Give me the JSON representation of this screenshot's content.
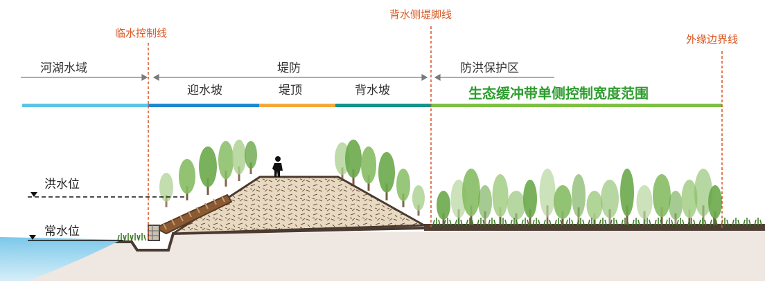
{
  "labels": {
    "water_control_line": "临水控制线",
    "landside_toe_line": "背水侧堤脚线",
    "outer_edge_line": "外缘边界线",
    "river_lake_area": "河湖水域",
    "embankment": "堤防",
    "flood_protection_zone": "防洪保护区",
    "waterside_slope": "迎水坡",
    "embankment_crest": "堤顶",
    "landside_slope": "背水坡",
    "buffer_zone_width": "生态缓冲带单侧控制宽度范围",
    "flood_level": "洪水位",
    "normal_level": "常水位"
  },
  "colors": {
    "boundary_line": "#d9541e",
    "zone_river": "#5bc5e6",
    "zone_waterside_slope": "#1e88d0",
    "zone_crest": "#f2a93b",
    "zone_landside_slope": "#12958a",
    "zone_buffer": "#7cc142",
    "buffer_text": "#2e9d2e",
    "water": "#a9dcf2",
    "ground": "#efe7e1",
    "embankment_fill": "#e6d7bf"
  }
}
